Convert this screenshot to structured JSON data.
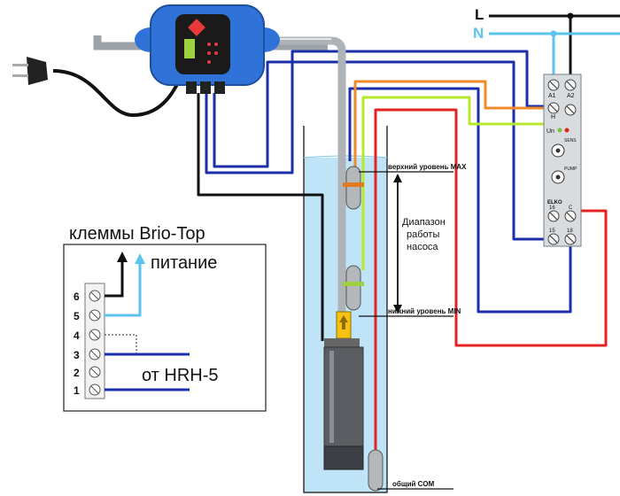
{
  "supply": {
    "line_label": "L",
    "neutral_label": "N"
  },
  "tank": {
    "level_max_label": "верхний уровень MAX",
    "level_min_label": "нижний уровень MIN",
    "common_label": "общий COM",
    "range_label_1": "Диапазон",
    "range_label_2": "работы",
    "range_label_3": "насоса"
  },
  "terminals": {
    "title": "клеммы Brio-Top",
    "power_label": "питание",
    "source_label": "от HRH-5",
    "numbers": [
      "6",
      "5",
      "4",
      "3",
      "2",
      "1"
    ]
  },
  "relay": {
    "a1": "A1",
    "a2": "A2",
    "h": "H",
    "un": "Un",
    "sens": "SENS",
    "pump": "PUMP",
    "t16": "16",
    "tc": "C",
    "t15": "15",
    "t18": "18",
    "brand": "ELKO"
  },
  "colors": {
    "neutral_blue": "#5cc3ee",
    "navy_wire": "#1a2fa8",
    "orange_wire": "#f0892a",
    "green_wire": "#b8e82a",
    "red_wire": "#e32222",
    "black_wire": "#111111",
    "controller_blue": "#2f73d9",
    "water": "#bfe4f7"
  }
}
